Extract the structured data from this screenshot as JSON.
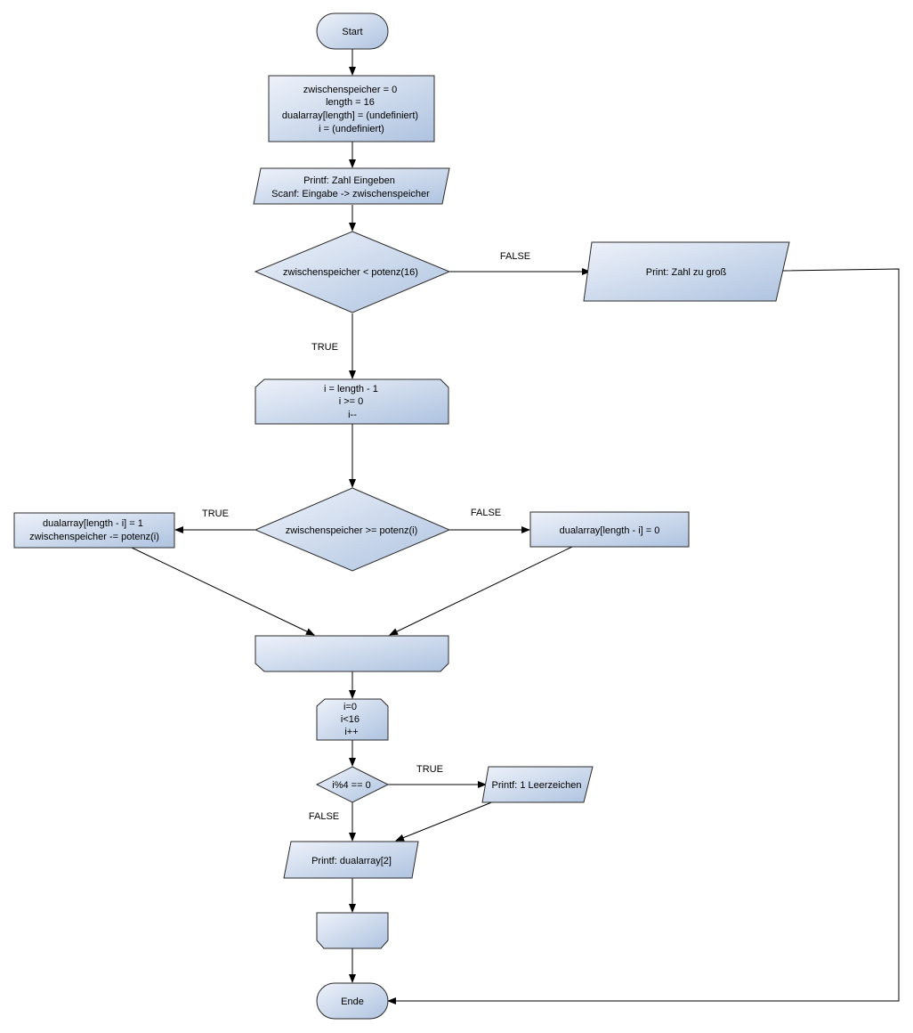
{
  "nodes": {
    "start": {
      "label": "Start"
    },
    "init": {
      "lines": [
        "zwischenspeicher = 0",
        "length = 16",
        "dualarray[length] =  (undefiniert)",
        "i = (undefiniert)"
      ]
    },
    "input": {
      "lines": [
        "Printf: Zahl Eingeben",
        "Scanf: Eingabe -> zwischenspeicher"
      ]
    },
    "check_size": {
      "label": "zwischenspeicher < potenz(16)"
    },
    "too_big": {
      "label": "Print: Zahl zu groß"
    },
    "loop1": {
      "lines": [
        "i = length - 1",
        "i >= 0",
        "i--"
      ]
    },
    "check_bit": {
      "label": "zwischenspeicher >= potenz(i)"
    },
    "set_one": {
      "lines": [
        "dualarray[length - i] = 1",
        "zwischenspeicher -= potenz(i)"
      ]
    },
    "set_zero": {
      "label": "dualarray[length - i] = 0"
    },
    "loop2": {
      "lines": [
        "i=0",
        "i<16",
        "i++"
      ]
    },
    "check_mod": {
      "label": "i%4 == 0"
    },
    "print_space": {
      "label": "Printf: 1 Leerzeichen"
    },
    "print_array": {
      "label": "Printf: dualarray[2]"
    },
    "end": {
      "label": "Ende"
    }
  },
  "edge_labels": {
    "size_false": "FALSE",
    "size_true": "TRUE",
    "bit_true": "TRUE",
    "bit_false": "FALSE",
    "mod_true": "TRUE",
    "mod_false": "FALSE"
  },
  "colors": {
    "fill_light": "#eef2fa",
    "fill_dark": "#aec3e0",
    "stroke": "#2b2b2b",
    "edge": "#000000"
  }
}
